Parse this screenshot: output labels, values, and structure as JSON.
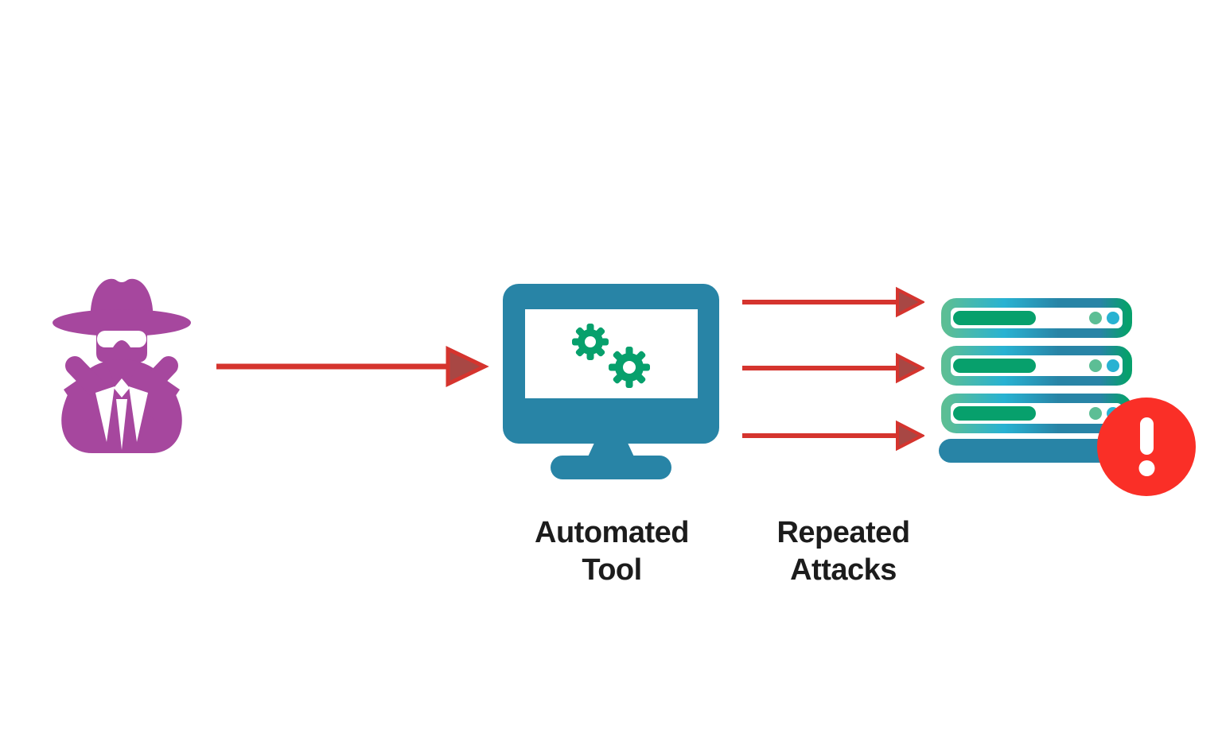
{
  "title": "Automated repeated attack diagram",
  "colors": {
    "background": "#FFFFFF",
    "purple": "#A6479E",
    "teal": "#2884A6",
    "green": "#07A06C",
    "seafoam": "#5CBE95",
    "cyan": "#28B2D2",
    "arrow-red": "#D5342E",
    "arrowhead-fill": "#A84744",
    "alert-red": "#FA2F27",
    "text": "#1C1C1C"
  },
  "icons": {
    "attacker": "spy-icon",
    "tool": "monitor-with-gears-icon",
    "target": "server-stack-icon",
    "alert": "alert-exclamation-icon",
    "flow": "red-arrow-icon"
  },
  "labels": {
    "automated_tool": {
      "line1": "Automated",
      "line2": "Tool"
    },
    "repeated_attacks": {
      "line1": "Repeated",
      "line2": "Attacks"
    }
  },
  "flow": {
    "from": "attacker",
    "through": "automated-tool",
    "to": "server-stack",
    "attack_arrow_count": 3
  }
}
